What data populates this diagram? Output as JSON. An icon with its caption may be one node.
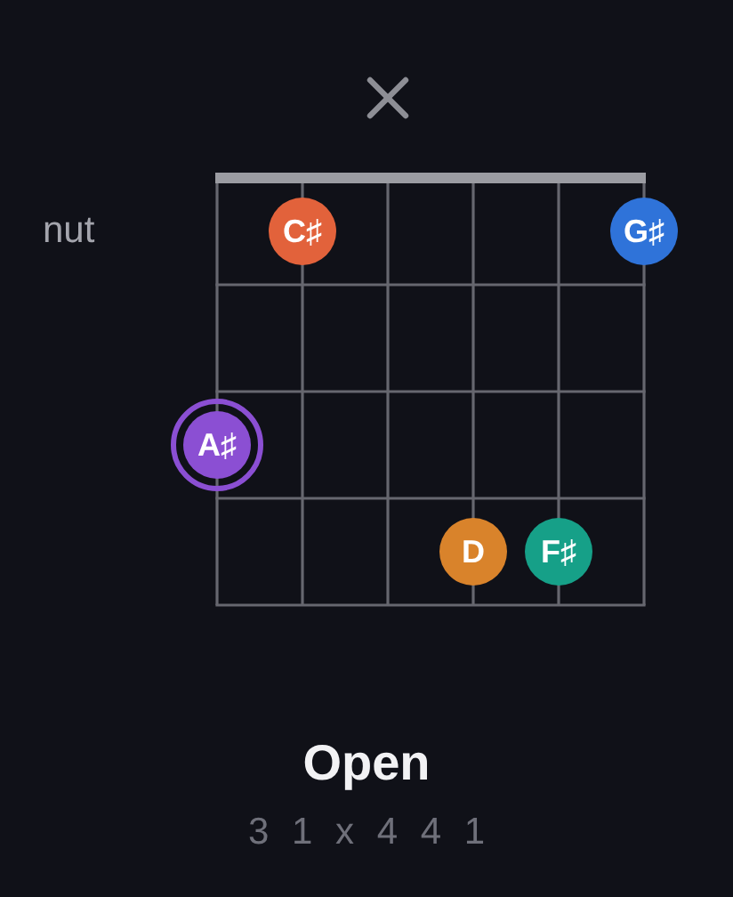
{
  "diagram": {
    "title": "Open",
    "nodes": [
      {
        "text": [
          "C♯"
        ]
      },
      {
        "text": [
          "G♯"
        ]
      },
      {
        "text": [
          "A♯"
        ]
      },
      {
        "text": [
          "D"
        ]
      },
      {
        "text": [
          "F♯"
        ]
      }
    ],
    "labels": [
      "nut",
      "3 1 x 4 4 1"
    ]
  }
}
